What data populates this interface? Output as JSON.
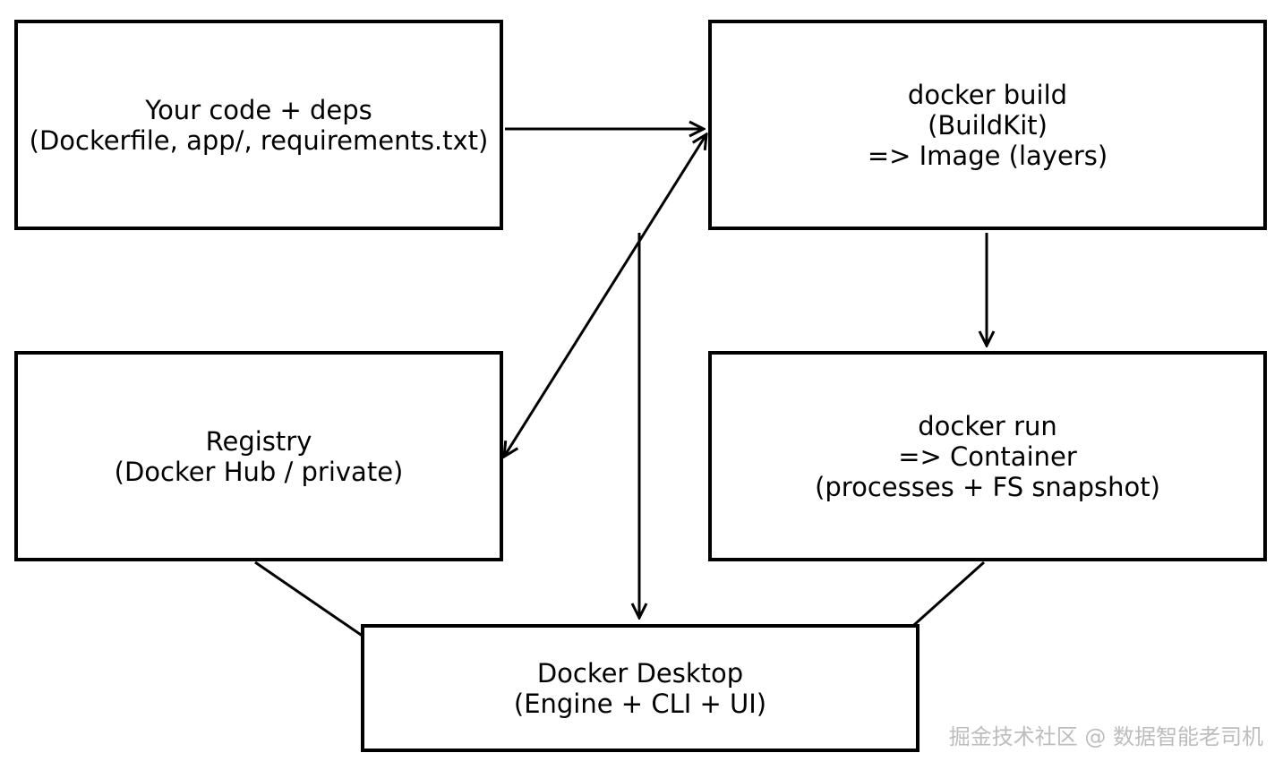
{
  "boxes": {
    "code": [
      "Your code + deps",
      "(Dockerfile, app/, requirements.txt)"
    ],
    "build": [
      "docker build",
      "(BuildKit)",
      "=> Image (layers)"
    ],
    "registry": [
      "Registry",
      "(Docker Hub / private)"
    ],
    "run": [
      "docker run",
      "=> Container",
      "(processes + FS snapshot)"
    ],
    "desktop": [
      "Docker Desktop",
      "(Engine + CLI + UI)"
    ]
  },
  "watermark": "掘金技术社区 @ 数据智能老司机",
  "colors": {
    "stroke": "#000000",
    "background": "#ffffff",
    "watermark": "#bdbdbd"
  }
}
